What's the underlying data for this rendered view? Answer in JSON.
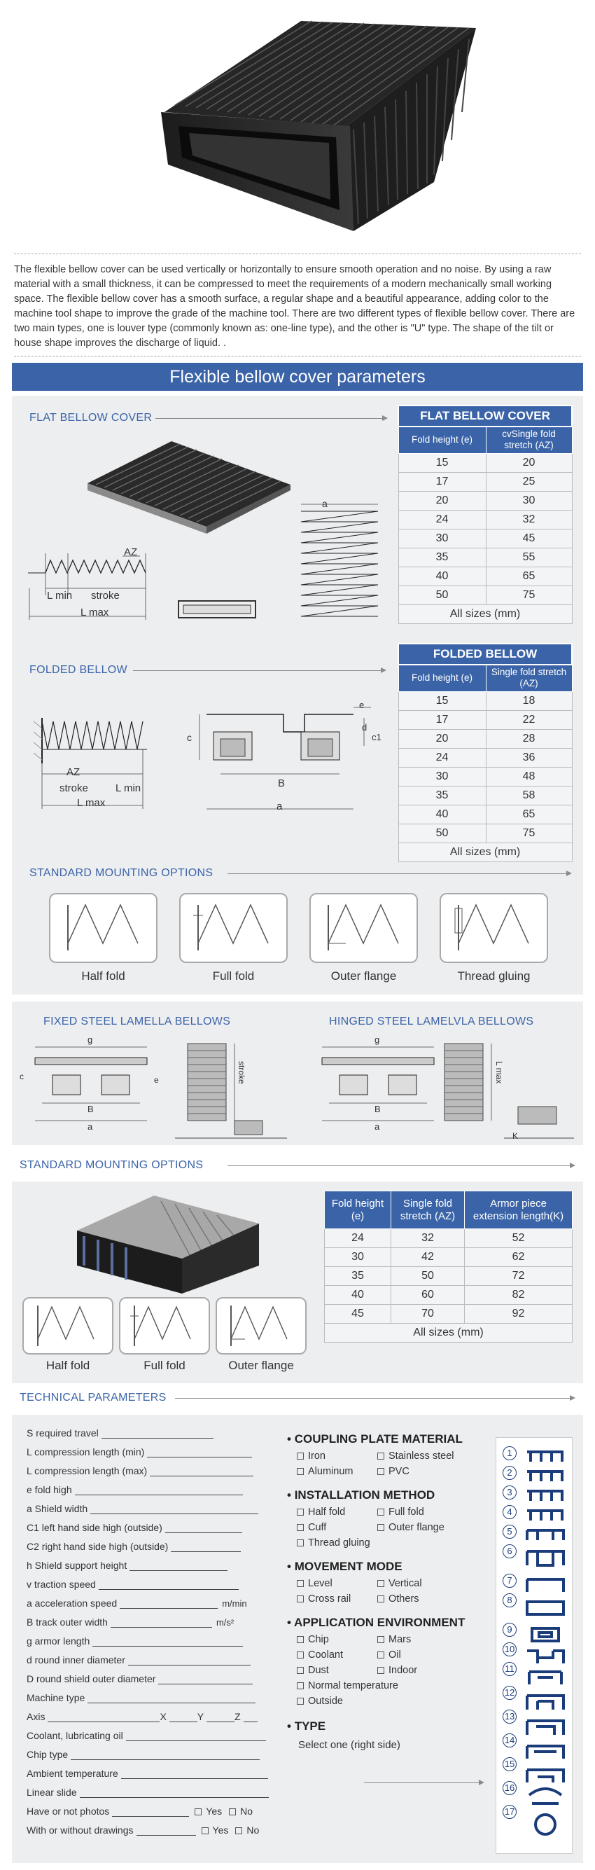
{
  "intro_text": "The flexible bellow cover can be used vertically or horizontally to ensure smooth operation and no noise. By using a raw material with a small thickness, it can be compressed to meet the requirements of a modern mechanically small working space. The flexible bellow cover has a smooth surface, a regular shape and a beautiful appearance, adding color to the machine tool shape to improve the grade of the machine tool. There are two different types of flexible bellow cover. There are two main types, one is louver type (commonly known as: one-line type), and the other is \"U\" type. The shape of the tilt or house shape improves the discharge of liquid. .",
  "banner": "Flexible bellow cover parameters",
  "flat": {
    "section_title": "FLAT BELLOW COVER",
    "table_caption": "FLAT BELLOW COVER",
    "col1": "Fold height (e)",
    "col2": "cvSingle fold stretch (AZ)",
    "rows": [
      [
        "15",
        "20"
      ],
      [
        "17",
        "25"
      ],
      [
        "20",
        "30"
      ],
      [
        "24",
        "32"
      ],
      [
        "30",
        "45"
      ],
      [
        "35",
        "55"
      ],
      [
        "40",
        "65"
      ],
      [
        "50",
        "75"
      ]
    ],
    "footer": "All sizes (mm)",
    "dim_az": "AZ",
    "dim_lmin": "L min",
    "dim_stroke": "stroke",
    "dim_lmax": "L max",
    "dim_a": "a"
  },
  "folded": {
    "section_title": "FOLDED BELLOW",
    "table_caption": "FOLDED BELLOW",
    "col1": "Fold height (e)",
    "col2": "Single fold stretch (AZ)",
    "rows": [
      [
        "15",
        "18"
      ],
      [
        "17",
        "22"
      ],
      [
        "20",
        "28"
      ],
      [
        "24",
        "36"
      ],
      [
        "30",
        "48"
      ],
      [
        "35",
        "58"
      ],
      [
        "40",
        "65"
      ],
      [
        "50",
        "75"
      ]
    ],
    "footer": "All sizes (mm)",
    "dim_az": "AZ",
    "dim_stroke": "stroke",
    "dim_lmin": "L min",
    "dim_lmax": "L max",
    "dim_b": "B",
    "dim_a": "a",
    "dim_c": "c",
    "dim_e": "e",
    "dim_d": "d",
    "dim_c1": "c1"
  },
  "mounting1": {
    "title": "STANDARD MOUNTING OPTIONS",
    "options": [
      "Half fold",
      "Full fold",
      "Outer flange",
      "Thread gluing"
    ]
  },
  "lamella": {
    "fixed_title": "FIXED STEEL LAMELLA BELLOWS",
    "hinged_title": "HINGED STEEL LAMELVLA BELLOWS",
    "dim_g": "g",
    "dim_b": "B",
    "dim_a": "a",
    "dim_stroke": "stroke",
    "dim_lmax": "L max",
    "dim_e": "e",
    "dim_c": "c",
    "dim_k": "K"
  },
  "mounting2": {
    "title": "STANDARD MOUNTING OPTIONS",
    "options": [
      "Half fold",
      "Full fold",
      "Outer flange"
    ],
    "col1": "Fold height (e)",
    "col2": "Single fold stretch (AZ)",
    "col3": "Armor piece extension length(K)",
    "rows": [
      [
        "24",
        "32",
        "52"
      ],
      [
        "30",
        "42",
        "62"
      ],
      [
        "35",
        "50",
        "72"
      ],
      [
        "40",
        "60",
        "82"
      ],
      [
        "45",
        "70",
        "92"
      ]
    ],
    "footer": "All sizes (mm)"
  },
  "technical": {
    "title": "TECHNICAL PARAMETERS",
    "fields": [
      {
        "label": "S required travel",
        "unit": ""
      },
      {
        "label": "L compression length (min)",
        "unit": ""
      },
      {
        "label": "L compression length (max)",
        "unit": ""
      },
      {
        "label": "e fold high",
        "unit": ""
      },
      {
        "label": "a Shield width",
        "unit": ""
      },
      {
        "label": "C1 left hand side high (outside)",
        "unit": ""
      },
      {
        "label": "C2 right hand side high (outside)",
        "unit": ""
      },
      {
        "label": "h Shield support height",
        "unit": ""
      },
      {
        "label": "v traction speed",
        "unit": ""
      },
      {
        "label": "a  acceleration speed",
        "unit": "m/min"
      },
      {
        "label": "B track outer width",
        "unit": "m/s²"
      },
      {
        "label": "g armor length",
        "unit": ""
      },
      {
        "label": "d round inner diameter",
        "unit": ""
      },
      {
        "label": "D round shield outer diameter",
        "unit": ""
      },
      {
        "label": "Machine type",
        "unit": ""
      },
      {
        "label": "Axis",
        "unit": ""
      },
      {
        "label": "Coolant, lubricating oil",
        "unit": ""
      },
      {
        "label": "Chip type",
        "unit": ""
      },
      {
        "label": "Ambient temperature",
        "unit": ""
      },
      {
        "label": "Linear slide",
        "unit": ""
      },
      {
        "label": "Have or not photos",
        "unit": ""
      },
      {
        "label": "With or without drawings",
        "unit": ""
      }
    ],
    "axis_x": "X",
    "axis_y": "Y",
    "axis_z": "Z",
    "yes": "Yes",
    "no": "No"
  },
  "options": {
    "coupling_title": "COUPLING PLATE MATERIAL",
    "coupling": [
      "Iron",
      "Stainless steel",
      "Aluminum",
      "PVC"
    ],
    "install_title": "INSTALLATION METHOD",
    "install": [
      "Half fold",
      "Full fold",
      "Cuff",
      "Outer flange",
      "Thread gluing"
    ],
    "movement_title": "MOVEMENT MODE",
    "movement": [
      "Level",
      "Vertical",
      "Cross rail",
      "Others"
    ],
    "env_title": "APPLICATION ENVIRONMENT",
    "env": [
      "Chip",
      "Mars",
      "Coolant",
      "Oil",
      "Dust",
      "Indoor",
      "Normal temperature",
      "Outside"
    ],
    "type_title": "TYPE",
    "type_text": "Select one (right side)"
  },
  "type_numbers": [
    "1",
    "2",
    "3",
    "4",
    "5",
    "6",
    "7",
    "8",
    "9",
    "10",
    "11",
    "12",
    "13",
    "14",
    "15",
    "16",
    "17"
  ],
  "colors": {
    "accent": "#3b64a8",
    "panel": "#edeef0"
  }
}
